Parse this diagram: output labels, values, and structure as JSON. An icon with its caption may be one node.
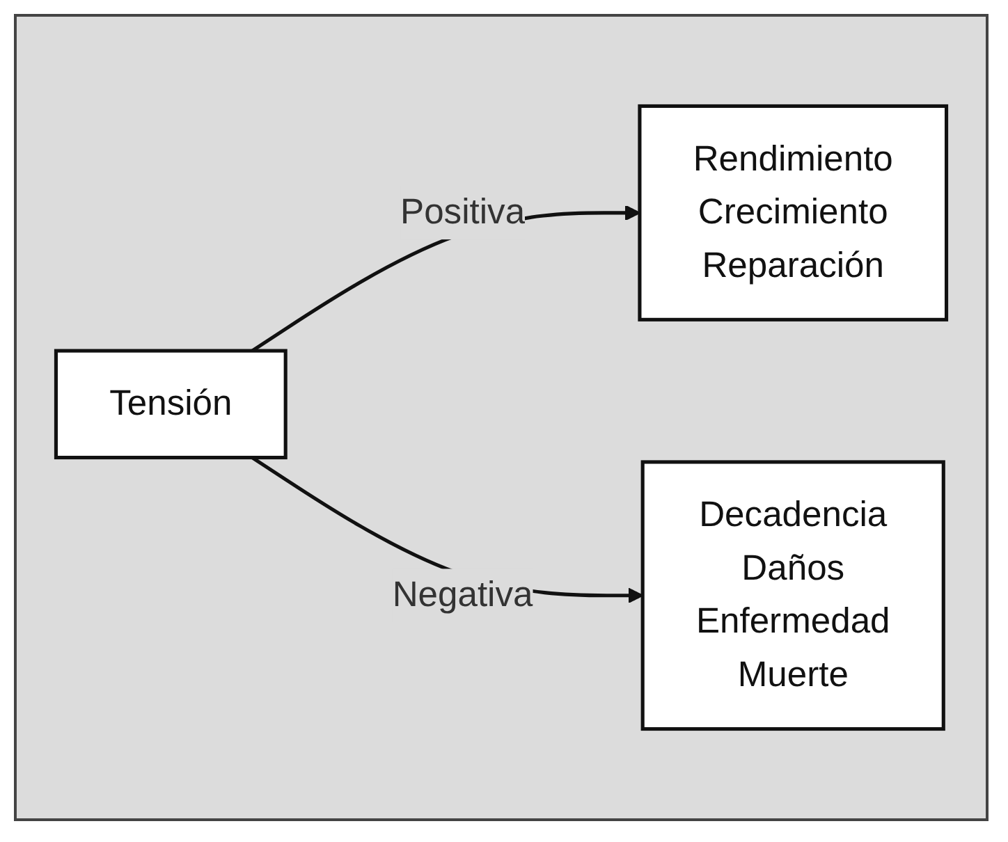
{
  "diagram": {
    "nodes": [
      {
        "text": [
          "Tensión"
        ]
      },
      {
        "text": [
          "Rendimiento",
          "Crecimiento",
          "Reparación"
        ]
      },
      {
        "text": [
          "Decadencia",
          "Daños",
          "Enfermedad",
          "Muerte"
        ]
      }
    ],
    "edges": [
      {
        "from": 0,
        "to": 1,
        "arrow": "to",
        "label": "Positiva"
      },
      {
        "from": 0,
        "to": 2,
        "arrow": "to",
        "label": "Negativa"
      }
    ]
  }
}
